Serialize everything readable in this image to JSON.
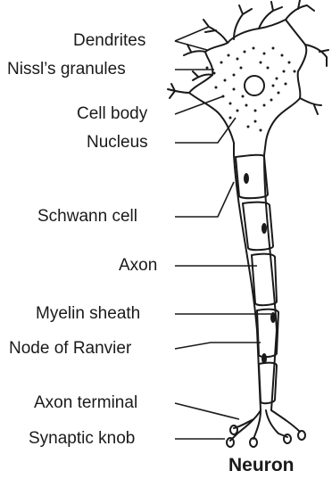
{
  "diagram": {
    "title": "Neuron",
    "labels": {
      "dendrites": "Dendrites",
      "nissl": "Nissl’s granules",
      "cell_body": "Cell body",
      "nucleus": "Nucleus",
      "schwann": "Schwann cell",
      "axon": "Axon",
      "myelin": "Myelin sheath",
      "node": "Node of Ranvier",
      "terminal": "Axon terminal",
      "knob": "Synaptic knob"
    }
  }
}
